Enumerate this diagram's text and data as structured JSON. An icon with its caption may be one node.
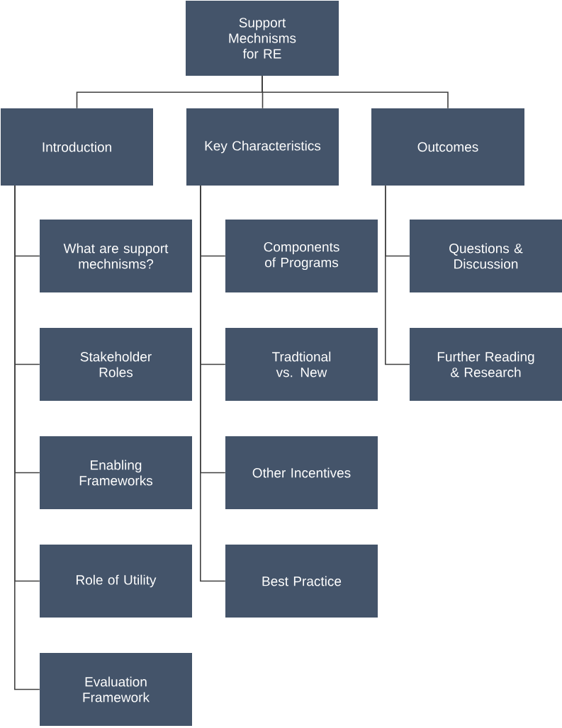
{
  "diagram": {
    "nodes": [
      {
        "text": [
          "Support Mechnisms for RE"
        ]
      },
      {
        "text": [
          "Introduction"
        ]
      },
      {
        "text": [
          "Key Characteristics"
        ]
      },
      {
        "text": [
          "Outcomes"
        ]
      },
      {
        "text": [
          "What are support mechnisms?"
        ]
      },
      {
        "text": [
          "Stakeholder Roles"
        ]
      },
      {
        "text": [
          "Enabling Frameworks"
        ]
      },
      {
        "text": [
          "Role of Utility"
        ]
      },
      {
        "text": [
          "Evaluation Framework"
        ]
      },
      {
        "text": [
          "Components of Programs"
        ]
      },
      {
        "text": [
          "Tradtional vs. New"
        ]
      },
      {
        "text": [
          "Other Incentives"
        ]
      },
      {
        "text": [
          "Best Practice"
        ]
      },
      {
        "text": [
          "Questions & Discussion"
        ]
      },
      {
        "text": [
          "Further Reading & Research"
        ]
      }
    ],
    "edges": [
      {
        "from": 0,
        "to": 1,
        "arrow": "none"
      },
      {
        "from": 0,
        "to": 2,
        "arrow": "none"
      },
      {
        "from": 0,
        "to": 3,
        "arrow": "none"
      },
      {
        "from": 1,
        "to": 4,
        "arrow": "none"
      },
      {
        "from": 1,
        "to": 5,
        "arrow": "none"
      },
      {
        "from": 1,
        "to": 6,
        "arrow": "none"
      },
      {
        "from": 1,
        "to": 7,
        "arrow": "none"
      },
      {
        "from": 1,
        "to": 8,
        "arrow": "none"
      },
      {
        "from": 2,
        "to": 9,
        "arrow": "none"
      },
      {
        "from": 2,
        "to": 10,
        "arrow": "none"
      },
      {
        "from": 2,
        "to": 11,
        "arrow": "none"
      },
      {
        "from": 2,
        "to": 12,
        "arrow": "none"
      },
      {
        "from": 3,
        "to": 13,
        "arrow": "none"
      },
      {
        "from": 3,
        "to": 14,
        "arrow": "none"
      }
    ]
  }
}
